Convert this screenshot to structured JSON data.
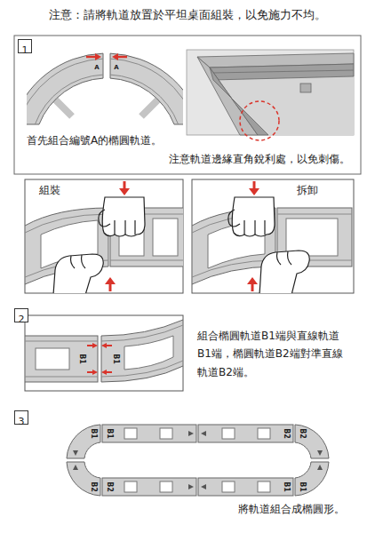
{
  "diagram": {
    "title": "注意：請將軌道放置於平坦桌面組裝，以免施力不均。",
    "nodes": [
      {
        "text": [
          "1"
        ]
      },
      {
        "text": [
          "2"
        ]
      },
      {
        "text": [
          "3"
        ]
      }
    ],
    "labels": [
      "A",
      "A",
      "首先組合編號A的橢圓軌道。",
      "注意軌道邊緣直角銳利處，以免刺傷。",
      "組裝",
      "拆卸",
      "B1",
      "B1",
      "組合橢圓軌道B1端與直線軌道B1端，橢圓軌道B2端對準直線軌道B2端。",
      "B1",
      "B1",
      "B2",
      "B2",
      "B2",
      "B2",
      "B1",
      "B1",
      "將軌道組合成橢圓形。"
    ]
  }
}
